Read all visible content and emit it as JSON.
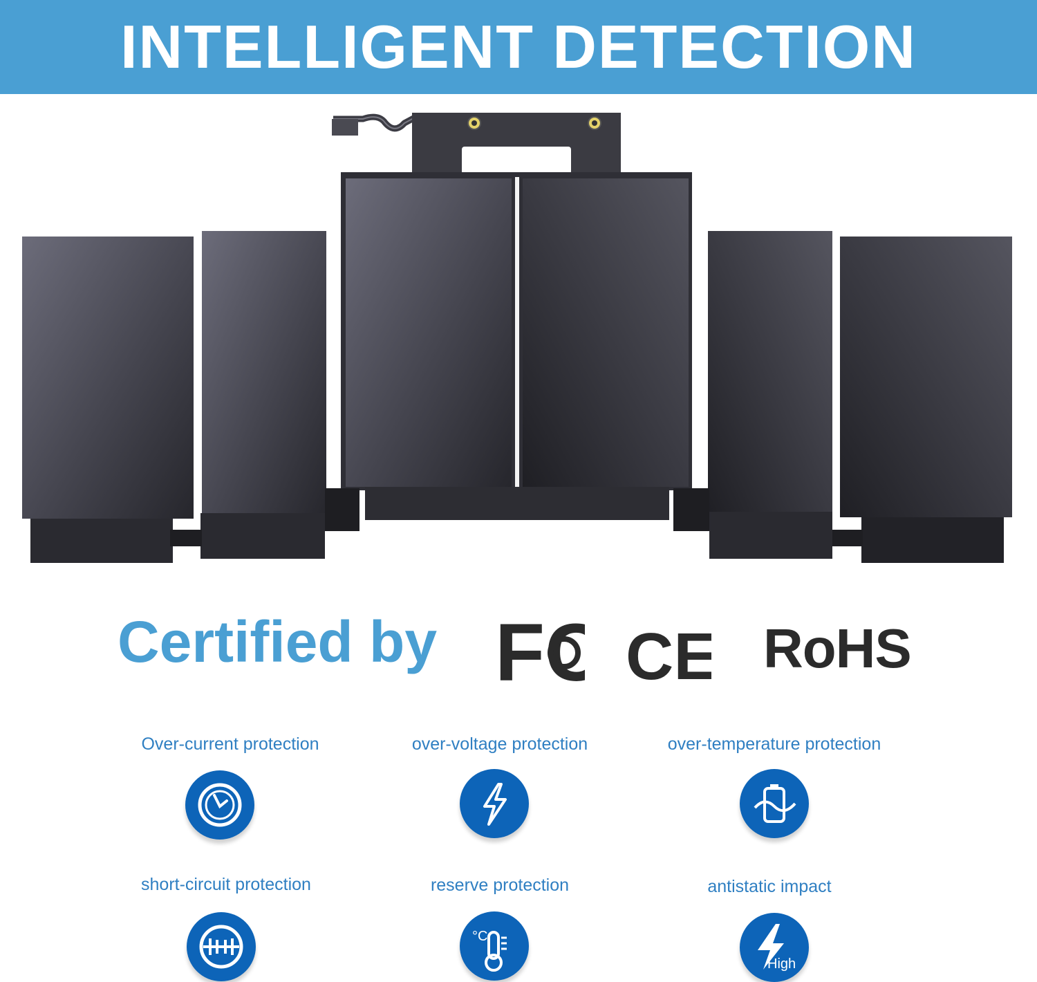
{
  "banner": {
    "title": "INTELLIGENT DETECTION"
  },
  "certification": {
    "label": "Certified by",
    "logos": [
      "FC",
      "CE",
      "RoHS"
    ]
  },
  "features": [
    {
      "label": "Over-current protection",
      "icon": "clock-gauge-icon"
    },
    {
      "label": "over-voltage protection",
      "icon": "lightning-bolt-icon"
    },
    {
      "label": "over-temperature protection",
      "icon": "battery-wave-icon"
    },
    {
      "label": "short-circuit protection",
      "icon": "circuit-icon"
    },
    {
      "label": "reserve protection",
      "icon": "thermometer-icon",
      "icon_text": "°C"
    },
    {
      "label": "antistatic impact",
      "icon": "high-voltage-icon",
      "icon_text": "High"
    }
  ],
  "colors": {
    "banner": "#4a9fd3",
    "label_blue": "#2f7fc2",
    "icon_circle": "#0d64b8",
    "battery_cell": "#4a4a55"
  }
}
